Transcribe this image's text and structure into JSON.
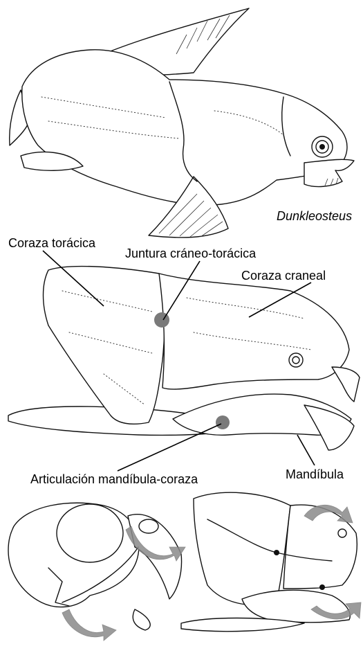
{
  "species_name": "Dunkleosteus",
  "labels": {
    "thoracic_armor": "Coraza torácica",
    "craniothoracic_joint": "Juntura cráneo-torácica",
    "cranial_armor": "Coraza craneal",
    "jaw_armor_articulation": "Articulación mandíbula-coraza",
    "mandible": "Mandíbula"
  },
  "colors": {
    "joint_marker": "#7a7a7a",
    "rotation_arrows": "#8a8a8a",
    "line_ink": "#111111"
  }
}
